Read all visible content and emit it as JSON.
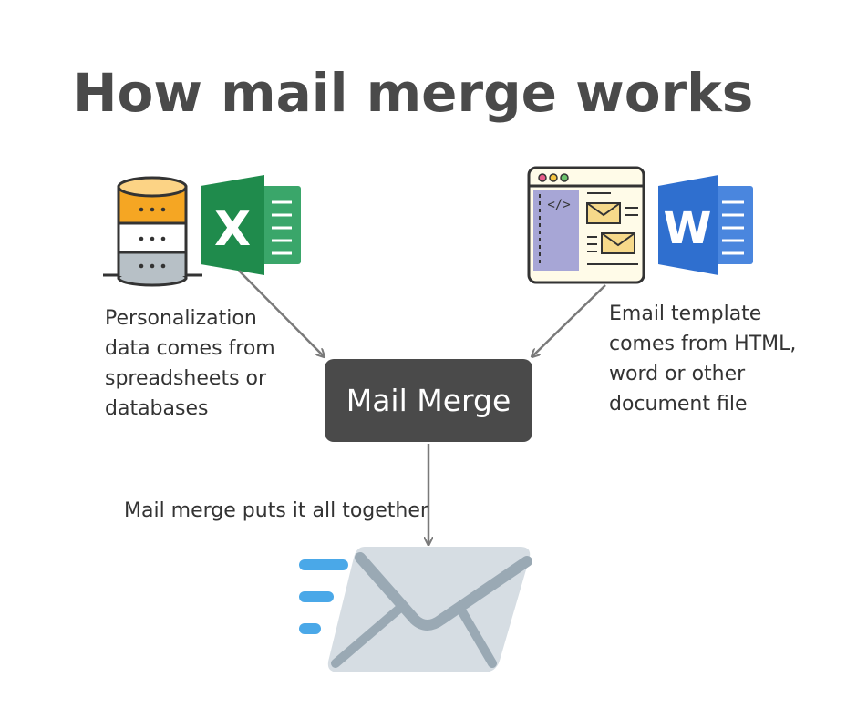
{
  "title": "How mail merge works",
  "sources": {
    "data_caption_lines": [
      "Personalization",
      "data comes from",
      "spreadsheets or",
      "databases"
    ],
    "template_caption_lines": [
      "Email template",
      "comes from HTML,",
      "word or other",
      "document file"
    ]
  },
  "process": {
    "label": "Mail Merge"
  },
  "output": {
    "caption": "Mail merge puts it all together"
  },
  "icons": {
    "data": [
      "database-icon",
      "excel-icon"
    ],
    "template": [
      "html-template-icon",
      "word-icon"
    ],
    "output": "email-envelope-icon"
  },
  "colors": {
    "title": "#4a4a4a",
    "merge_box": "#4a4a4a",
    "arrow": "#7a7a7a",
    "excel": "#1f8b4c",
    "word": "#2f6fcf",
    "db_orange": "#f5a623",
    "envelope": "#d6dde3",
    "motion_lines": "#4aa8e8"
  }
}
